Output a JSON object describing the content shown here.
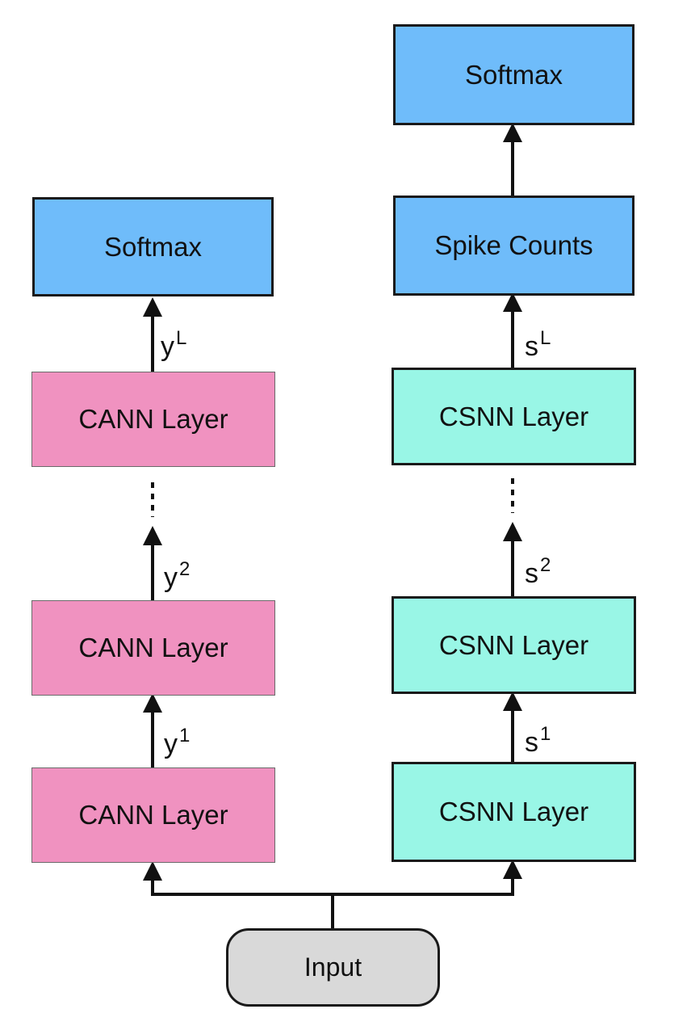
{
  "left_column": {
    "softmax": "Softmax",
    "layer_top": "CANN Layer",
    "layer_mid": "CANN Layer",
    "layer_bottom": "CANN Layer",
    "y_top": {
      "base": "y",
      "sup": "L"
    },
    "y_mid": {
      "base": "y",
      "sup": "2"
    },
    "y_bottom": {
      "base": "y",
      "sup": "1"
    }
  },
  "right_column": {
    "softmax": "Softmax",
    "spike_counts": "Spike Counts",
    "layer_top": "CSNN Layer",
    "layer_mid": "CSNN Layer",
    "layer_bottom": "CSNN Layer",
    "s_top": {
      "base": "s",
      "sup": "L"
    },
    "s_mid": {
      "base": "s",
      "sup": "2"
    },
    "s_bottom": {
      "base": "s",
      "sup": "1"
    }
  },
  "input": "Input",
  "colors": {
    "softmax_fill": "#6fbcfa",
    "cann_fill": "#f092c0",
    "csnn_fill": "#99f6e6",
    "input_fill": "#d9d9d9",
    "line": "#111111"
  }
}
